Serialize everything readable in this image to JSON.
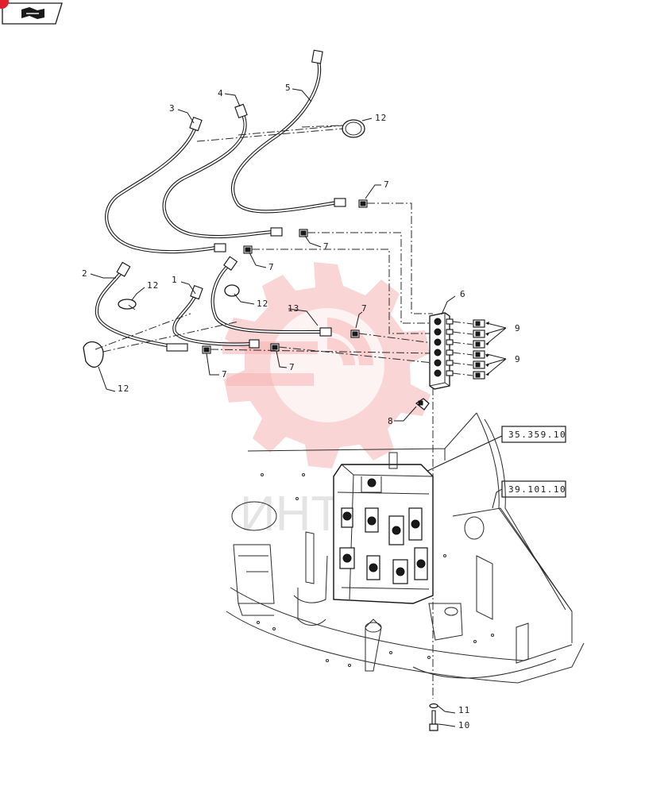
{
  "callouts": {
    "c1": "1",
    "c2": "2",
    "c3": "3",
    "c4": "4",
    "c5": "5",
    "c6": "6",
    "c7a": "7",
    "c7b": "7",
    "c7c": "7",
    "c7d": "7",
    "c7e": "7",
    "c7f": "7",
    "c8": "8",
    "c9a": "9",
    "c9b": "9",
    "c10": "10",
    "c11": "11",
    "c12a": "12",
    "c12b": "12",
    "c12c": "12",
    "c12d": "12",
    "c13": "13"
  },
  "references": {
    "ref1": "35.359.10",
    "ref2": "39.101.10"
  },
  "watermark": {
    "text": "ИНТ",
    "color": "#f5b3b3"
  },
  "nav_icon": "book-back-icon",
  "accent_color": "#e0202a"
}
